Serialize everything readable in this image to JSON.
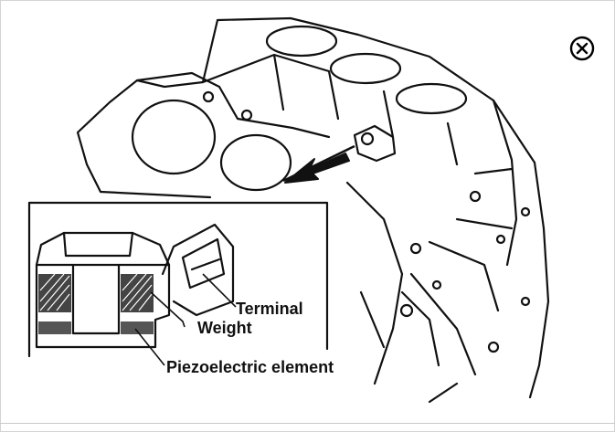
{
  "labels": {
    "terminal": "Terminal",
    "weight": "Weight",
    "piezo": "Piezoelectric element"
  },
  "icons": {
    "close": "close-circle-x-icon"
  },
  "colors": {
    "line": "#111111",
    "background": "#ffffff"
  }
}
